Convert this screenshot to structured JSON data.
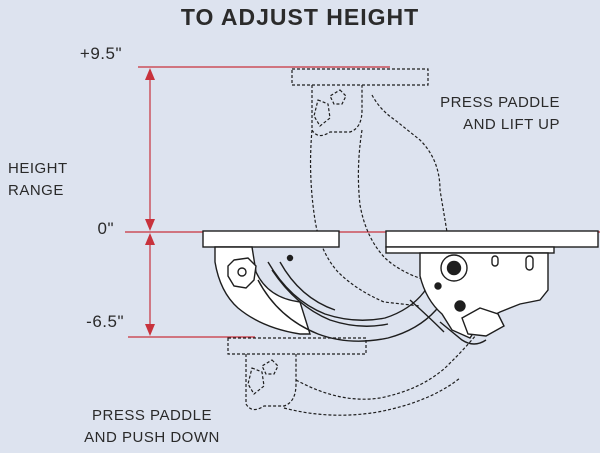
{
  "title": "TO ADJUST HEIGHT",
  "measurements": {
    "top": "+9.5\"",
    "zero": "0\"",
    "bottom": "-6.5\""
  },
  "height_range": {
    "line1": "HEIGHT",
    "line2": "RANGE"
  },
  "press_lift": {
    "line1": "PRESS PADDLE",
    "line2": "AND LIFT UP"
  },
  "press_push": {
    "line1": "PRESS PADDLE",
    "line2": "AND PUSH DOWN"
  },
  "colors": {
    "background": "#dde3ef",
    "guide_line": "#c8323c",
    "drawing": "#1e1e1e",
    "plate_fill": "#ffffff"
  }
}
